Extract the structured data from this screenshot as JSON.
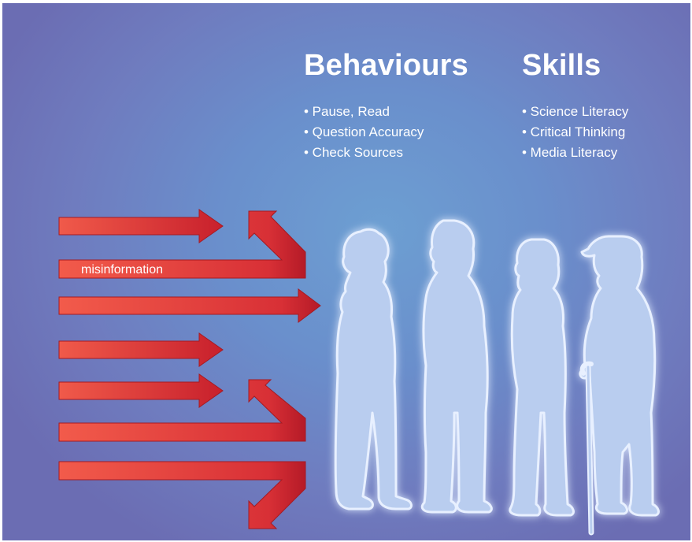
{
  "behaviours": {
    "heading": "Behaviours",
    "items": [
      "• Pause, Read",
      "• Question Accuracy",
      "• Check Sources"
    ]
  },
  "skills": {
    "heading": "Skills",
    "items": [
      "• Science Literacy",
      "• Critical Thinking",
      "• Media Literacy"
    ]
  },
  "arrows": {
    "label": "misinformation"
  },
  "people": [
    {
      "id": "person-1"
    },
    {
      "id": "person-2"
    },
    {
      "id": "person-3"
    },
    {
      "id": "person-4-with-cane"
    }
  ],
  "colors": {
    "background": "#6b84c6",
    "arrow": "#e24a3f",
    "arrow_dark": "#c11f2a",
    "silhouette": "#b8cdee",
    "text": "#ffffff"
  }
}
